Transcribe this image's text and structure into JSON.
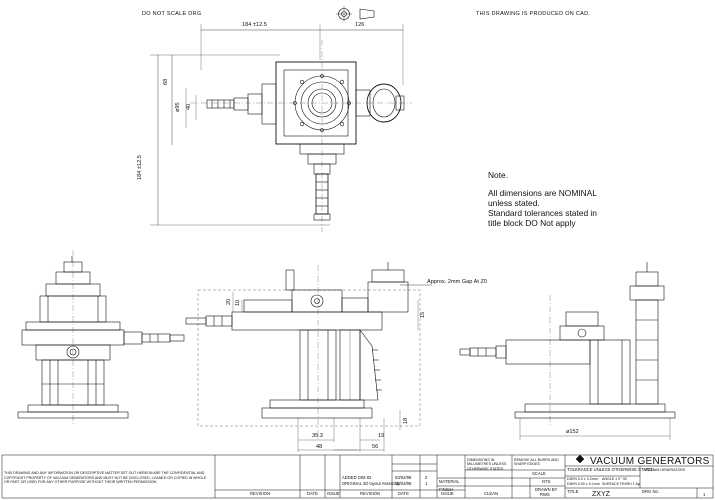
{
  "header": {
    "left_note": "DO NOT SCALE DRG",
    "right_note": "THIS DRAWING IS PRODUCED ON CAD."
  },
  "note": {
    "title": "Note.",
    "lines": [
      "All dimensions are NOMINAL",
      "unless stated.",
      "Standard tolerances stated in",
      "title block DO Not apply"
    ]
  },
  "plan_dims": {
    "width_left": "184 ±12.5",
    "width_right": "126",
    "height_top": "68",
    "diameter": "ø95",
    "d40": "40",
    "height_left": "184 ±12.5"
  },
  "section_dims": {
    "callout": "Approx. 2mm Gap At Z0",
    "d20": "20",
    "d10": "10",
    "d15": "15",
    "d18": "18",
    "d35": "35.3",
    "d19": "19",
    "d48": "48",
    "d56": "56"
  },
  "end_dims": {
    "d152": "ø152"
  },
  "title_block": {
    "disclaimer": "THIS DRAWING AND ANY INFORMATION OR DESCRIPTIVE MATTER SET OUT HEREON ARE THE CONFIDENTIAL AND COPYRIGHT PROPERTY OF VACUUM GENERATORS AND MUST NOT BE DISCLOSED, LOANED OR COPIED IN WHOLE OR PART OR USED FOR ANY OTHER PURPOSE WITHOUT THEIR WRITTEN PERMISSION.",
    "col_revision": "REVISION",
    "col_date": "DATE",
    "col_issue": "ISSUE",
    "col_revision_2": "REVISION",
    "col_date_2": "DATE",
    "col_issue_2": "ISSUE",
    "rev_row_1": "ADDED DIM 82",
    "rev_row_1_date": "03/02/98",
    "rev_row_1_issue": "2",
    "rev_row_2": "ORIGINAL 3D layout Assembly",
    "rev_row_2_date": "10/03/98",
    "rev_row_2_issue": "1",
    "dim_note": "DIMENSIONS IN MILLIMETRES UNLESS OTHERWISE STATED",
    "burr_note": "REMOVE ALL BURRS AND SHARP EDGES",
    "scale_label": "SCALE",
    "scale_value": "NTS",
    "material_label": "MATERIAL",
    "finish_label": "FINISH",
    "finish_value": "CLEAN",
    "drawn_label": "DRAWN BY",
    "drawn_value": "RWS",
    "tolerance_title": "TOLERANCE UNLESS OTHERWISE STATED",
    "tol_line_1": "DIM'N 0.0 ± 0.2mm",
    "tol_line_2": "DIM'N 0.00 ± 0.1mm",
    "tol_line_3": "ANGLE ± 0° 30'",
    "tol_line_4": "SURFACE FINISH 1.6μ",
    "company": "VACUUM GENERATORS",
    "company_small": "VACUUM GENERATORS",
    "title_label": "TITLE",
    "title_value": "ZXYZ",
    "drg_label": "DRG No.",
    "sheet_no": "1"
  }
}
